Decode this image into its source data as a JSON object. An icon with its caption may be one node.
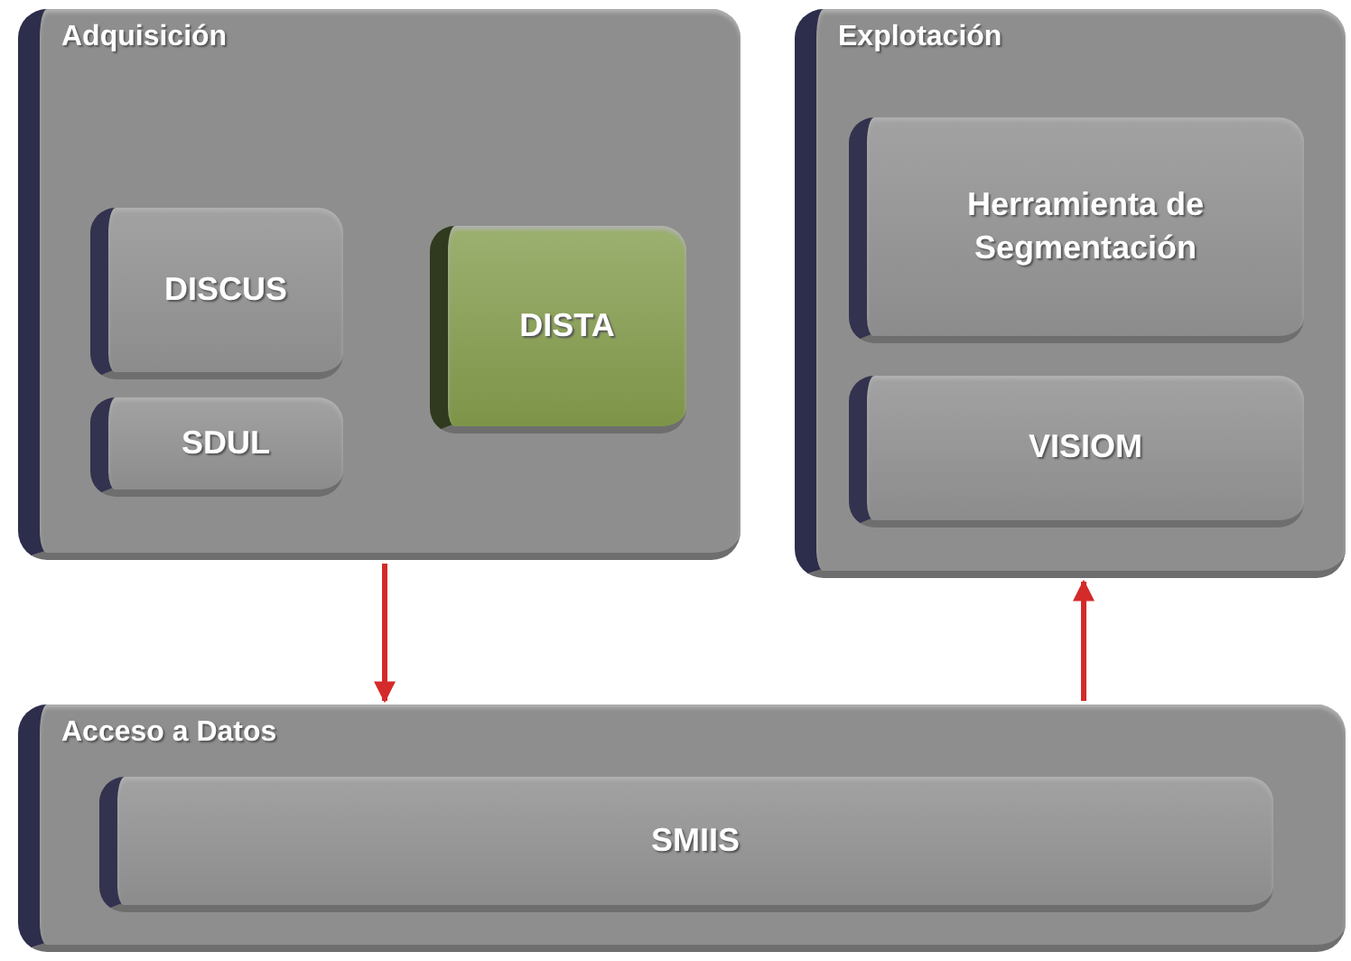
{
  "diagram": {
    "nodes": [
      {
        "text": [
          "Adquisición"
        ]
      },
      {
        "text": [
          "DISCUS"
        ],
        "in": 0
      },
      {
        "text": [
          "SDUL"
        ],
        "in": 0
      },
      {
        "text": [
          "DISTA"
        ],
        "in": 0
      },
      {
        "text": [
          "Explotación"
        ]
      },
      {
        "text": [
          "Herramienta de Segmentación"
        ],
        "in": 4
      },
      {
        "text": [
          "VISIOM"
        ],
        "in": 4
      },
      {
        "text": [
          "Acceso a Datos"
        ]
      },
      {
        "text": [
          "SMIIS"
        ],
        "in": 7
      }
    ],
    "edges": [
      {
        "from": 0,
        "to": 7,
        "arrow": "to"
      },
      {
        "from": 7,
        "to": 4,
        "arrow": "to"
      }
    ]
  }
}
